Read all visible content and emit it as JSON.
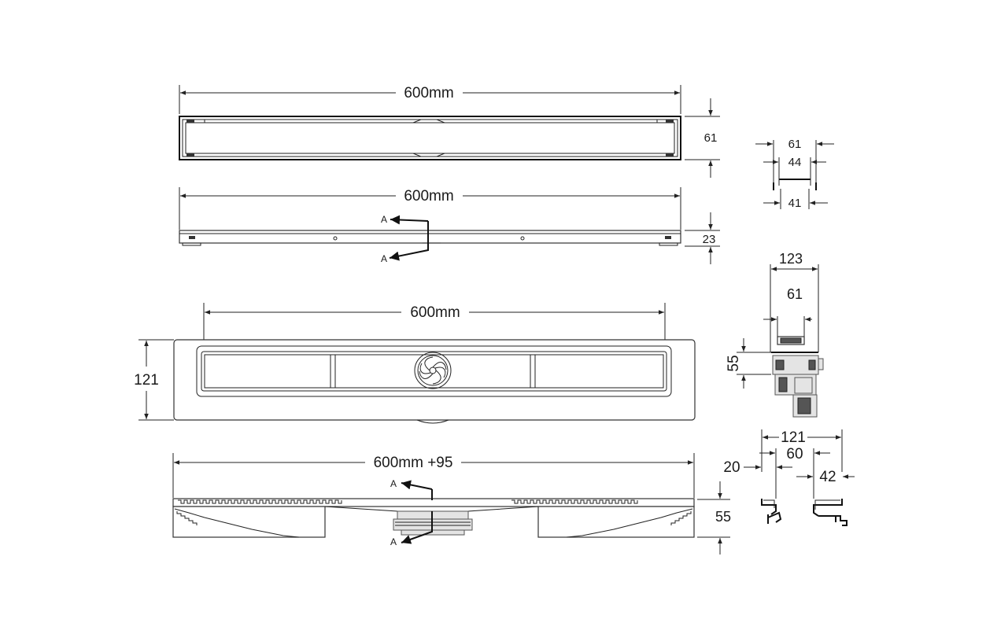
{
  "views": {
    "top_grate": {
      "length_label": "600mm",
      "height_label": "61"
    },
    "side_grate": {
      "length_label": "600mm",
      "height_label": "23",
      "section_mark": "A"
    },
    "plan_channel": {
      "length_label": "600mm",
      "width_label": "121"
    },
    "front_channel": {
      "length_label": "600mm +95",
      "height_label": "55",
      "section_mark": "A"
    }
  },
  "sections": {
    "grate_profile": {
      "outer": "61",
      "inner": "44",
      "bottom": "41"
    },
    "trap_section": {
      "top": "123",
      "grate": "61",
      "height": "55"
    },
    "frame_section": {
      "overall": "121",
      "inner": "60",
      "left": "20",
      "right": "42"
    }
  }
}
